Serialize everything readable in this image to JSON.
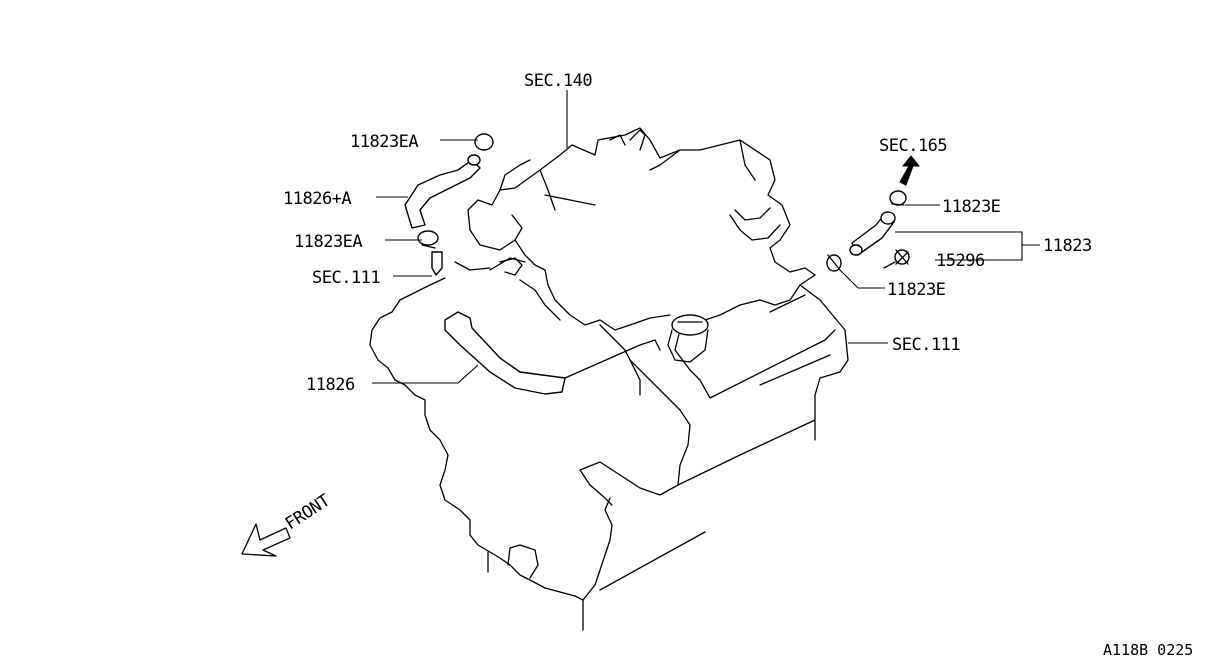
{
  "labels": {
    "sec140": "SEC.140",
    "p11823ea_top": "11823EA",
    "p11826a": "11826+A",
    "p11823ea_mid": "11823EA",
    "sec111_left": "SEC.111",
    "p11826": "11826",
    "sec165": "SEC.165",
    "p11823e_top": "11823E",
    "p11823": "11823",
    "p15296": "15296",
    "p11823e_bot": "11823E",
    "sec111_right": "SEC.111",
    "front": "FRONT"
  },
  "footer": {
    "code": "A118B 0225"
  }
}
